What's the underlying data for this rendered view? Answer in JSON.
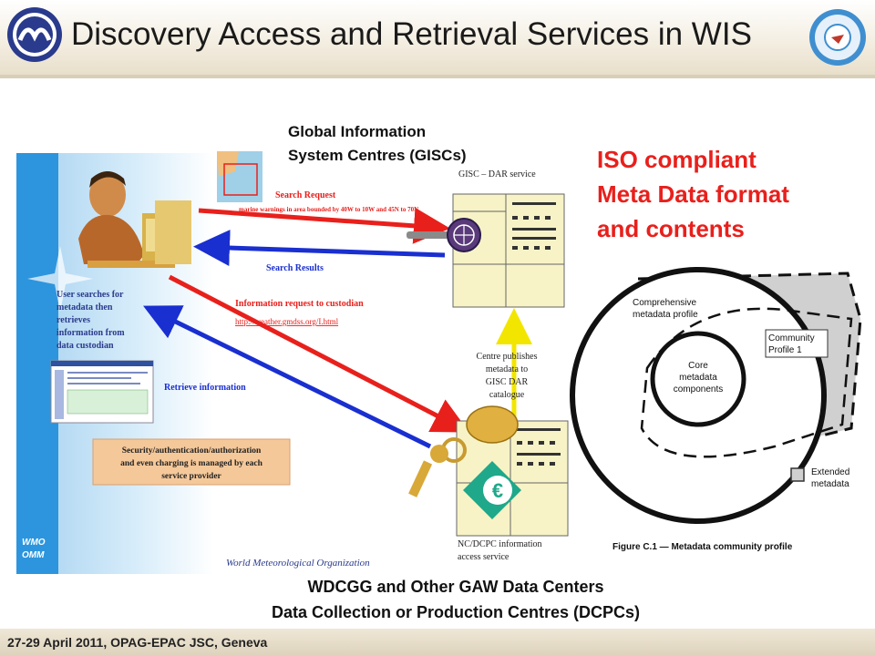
{
  "slide": {
    "title": "Discovery Access and Retrieval Services in WIS",
    "footer": "27-29 April 2011, OPAG-EPAC JSC, Geneva"
  },
  "gisc_label": [
    "Global Information",
    "System Centres (GISCs)"
  ],
  "iso_text": [
    "ISO compliant",
    "Meta Data format",
    "and contents"
  ],
  "dcpc_label": [
    "WDCGG and Other GAW Data Centers",
    "Data Collection or Production Centres (DCPCs)"
  ],
  "diagram": {
    "gisc_box_title": "GISC – DAR service",
    "search_request": "Search Request",
    "search_request_detail": "marine warnings in area bounded by 40W to 10W and 45N to 70N",
    "search_results": "Search Results",
    "info_request": "Information request to custodian",
    "info_url": "http://weather.gmdss.org/I.html",
    "retrieve": "Retrieve information",
    "user_text": [
      "User searches for",
      "metadata then",
      "retrieves",
      "information from",
      "data custodian"
    ],
    "centre_publishes": [
      "Centre publishes",
      "metadata to",
      "GISC DAR",
      "catalogue"
    ],
    "security_text": [
      "Security/authentication/authorization",
      "and even charging is managed by each",
      "service provider"
    ],
    "dcpc_box_caption": [
      "NC/DCPC information",
      "access service"
    ],
    "wmo_label": [
      "WMO",
      "OMM"
    ],
    "wmo_org": "World Meteorological Organization",
    "euro_symbol": "€"
  },
  "figure": {
    "comprehensive": [
      "Comprehensive",
      "metadata profile"
    ],
    "community": [
      "Community",
      "Profile 1"
    ],
    "core": [
      "Core",
      "metadata",
      "components"
    ],
    "extended": [
      "Extended",
      "metadata"
    ],
    "caption": "Figure C.1 — Metadata community profile"
  },
  "colors": {
    "search_arrow": "#e8201c",
    "results_arrow": "#1a2fd0",
    "iso_red": "#e8201c",
    "wmo_band": "#1f8fd6",
    "box_fill": "#f7f3c6",
    "security_fill": "#f5c89a"
  }
}
